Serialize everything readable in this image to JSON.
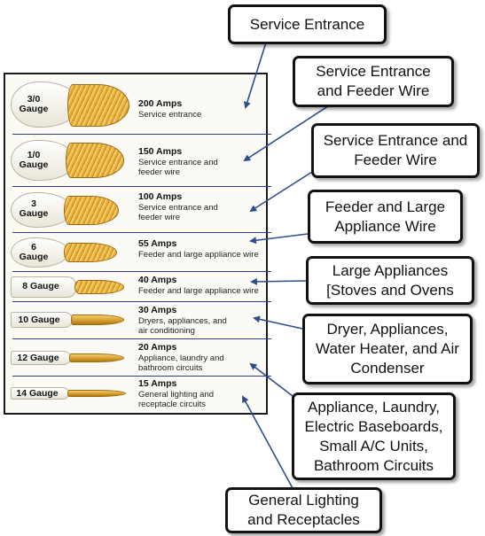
{
  "wire_chart": {
    "rows": [
      {
        "gauge": "3/0\nGauge",
        "amps": "200 Amps",
        "description": "Service entrance"
      },
      {
        "gauge": "1/0\nGauge",
        "amps": "150 Amps",
        "description": "Service entrance and\nfeeder wire"
      },
      {
        "gauge": "3\nGauge",
        "amps": "100 Amps",
        "description": "Service entrance and\nfeeder wire"
      },
      {
        "gauge": "6\nGauge",
        "amps": "55 Amps",
        "description": "Feeder and large appliance wire"
      },
      {
        "gauge": "8 Gauge",
        "amps": "40 Amps",
        "description": "Feeder and large appliance wire"
      },
      {
        "gauge": "10 Gauge",
        "amps": "30 Amps",
        "description": "Dryers, appliances, and\nair conditioning"
      },
      {
        "gauge": "12 Gauge",
        "amps": "20 Amps",
        "description": "Appliance, laundry and\nbathroom circuits"
      },
      {
        "gauge": "14 Gauge",
        "amps": "15 Amps",
        "description": "General lighting and\nreceptacle circuits"
      }
    ]
  },
  "callouts": [
    "Service Entrance",
    "Service Entrance\nand Feeder Wire",
    "Service Entrance and\nFeeder Wire",
    "Feeder and Large\nAppliance Wire",
    "Large Appliances\n[Stoves and Ovens",
    "Dryer, Appliances,\nWater Heater, and Air\nCondenser",
    "Appliance, Laundry,\nElectric Baseboards,\nSmall A/C Units,\nBathroom Circuits",
    "General Lighting\nand Receptacles"
  ],
  "colors": {
    "arrow": "#2e4d8c",
    "copper": "#d9a032",
    "separator": "#2b3d8c",
    "border": "#111111"
  }
}
